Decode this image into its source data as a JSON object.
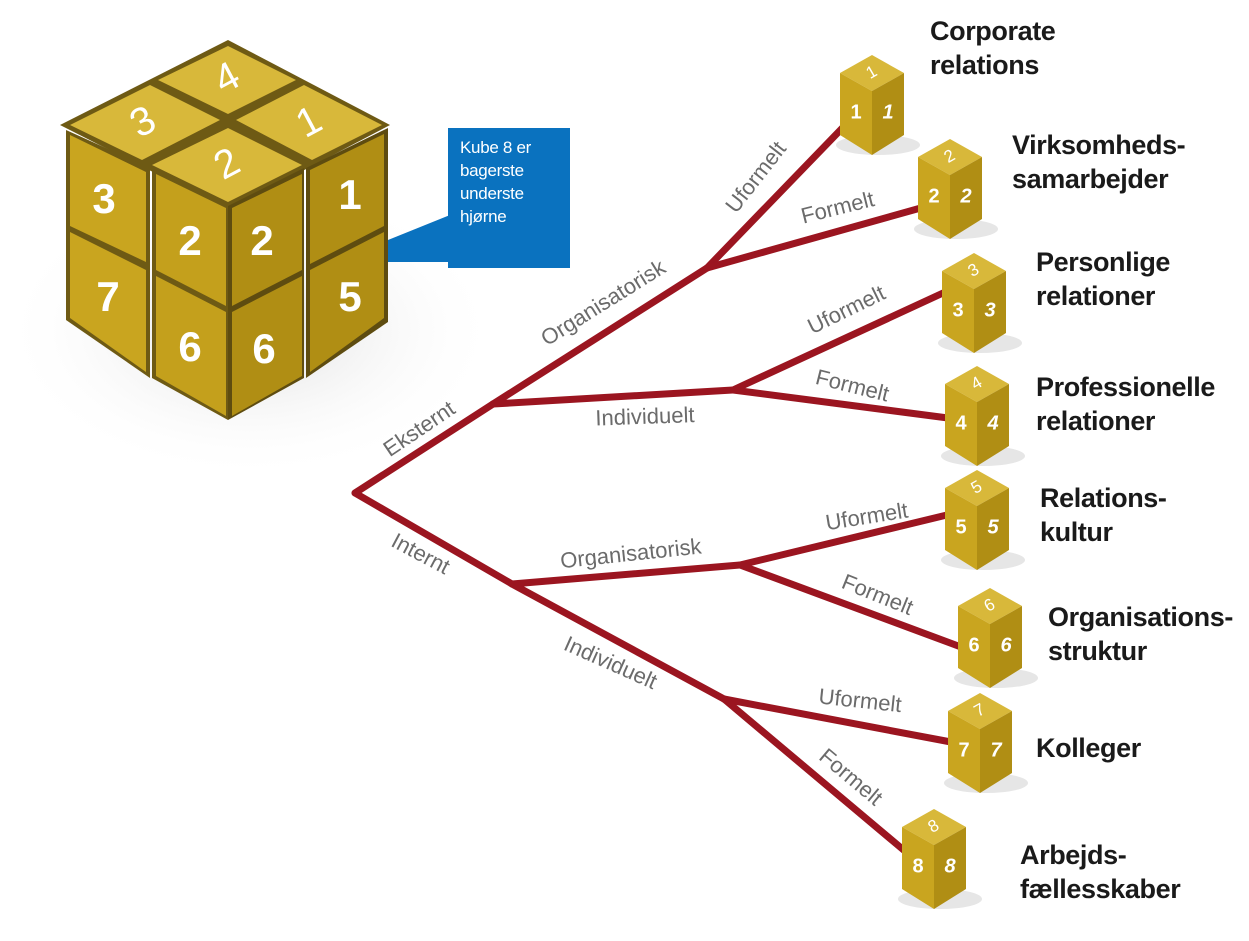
{
  "callout": {
    "lines": [
      "Kube 8 er",
      "bagerste",
      "underste",
      "hjørne"
    ]
  },
  "big_cube": {
    "top_faces": [
      "4",
      "3",
      "1",
      "2"
    ],
    "front_faces": [
      "3",
      "2",
      "2",
      "1",
      "7",
      "6",
      "6",
      "5"
    ]
  },
  "branches": {
    "eksternt": "Eksternt",
    "internt": "Internt",
    "ext_organisatorisk": "Organisatorisk",
    "ext_individuelt": "Individuelt",
    "int_organisatorisk": "Organisatorisk",
    "int_individuelt": "Individuelt",
    "uformelt": "Uformelt",
    "formelt": "Formelt"
  },
  "leaves": [
    {
      "number": "1",
      "label_lines": [
        "Corporate",
        "relations"
      ]
    },
    {
      "number": "2",
      "label_lines": [
        "Virksomheds-",
        "samarbejder"
      ]
    },
    {
      "number": "3",
      "label_lines": [
        "Personlige",
        "relationer"
      ]
    },
    {
      "number": "4",
      "label_lines": [
        "Professionelle",
        "relationer"
      ]
    },
    {
      "number": "5",
      "label_lines": [
        "Relations-",
        "kultur"
      ]
    },
    {
      "number": "6",
      "label_lines": [
        "Organisations-",
        "struktur"
      ]
    },
    {
      "number": "7",
      "label_lines": [
        "Kolleger"
      ]
    },
    {
      "number": "8",
      "label_lines": [
        "Arbejds-",
        "fællesskaber"
      ]
    }
  ],
  "colors": {
    "cube_front": "#c9a51f",
    "cube_side": "#b08e14",
    "cube_top": "#d8b83a",
    "branch": "#9b1520",
    "callout_bg": "#0a72bf",
    "branch_text": "#6b6b6b"
  }
}
